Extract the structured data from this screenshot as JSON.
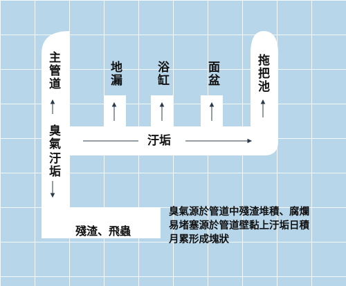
{
  "labels": {
    "main_pipe": "主管道",
    "floor_drain": "地漏",
    "bathtub": "浴缸",
    "basin": "面盆",
    "mop_sink": "拖把池",
    "odor": "臭氣",
    "grime_left": "汙垢",
    "grime_center": "汙垢",
    "residue": "殘渣、飛蟲"
  },
  "notes": [
    "臭氣源於管道中殘渣堆積、腐爛",
    "易堵塞源於管道壁黏上汙垢日積",
    "月累形成塊狀"
  ],
  "colors": {
    "background": "#b8d6e9",
    "pipe": "#ffffff",
    "arrow": "#2a3a4a",
    "text": "#111111"
  }
}
